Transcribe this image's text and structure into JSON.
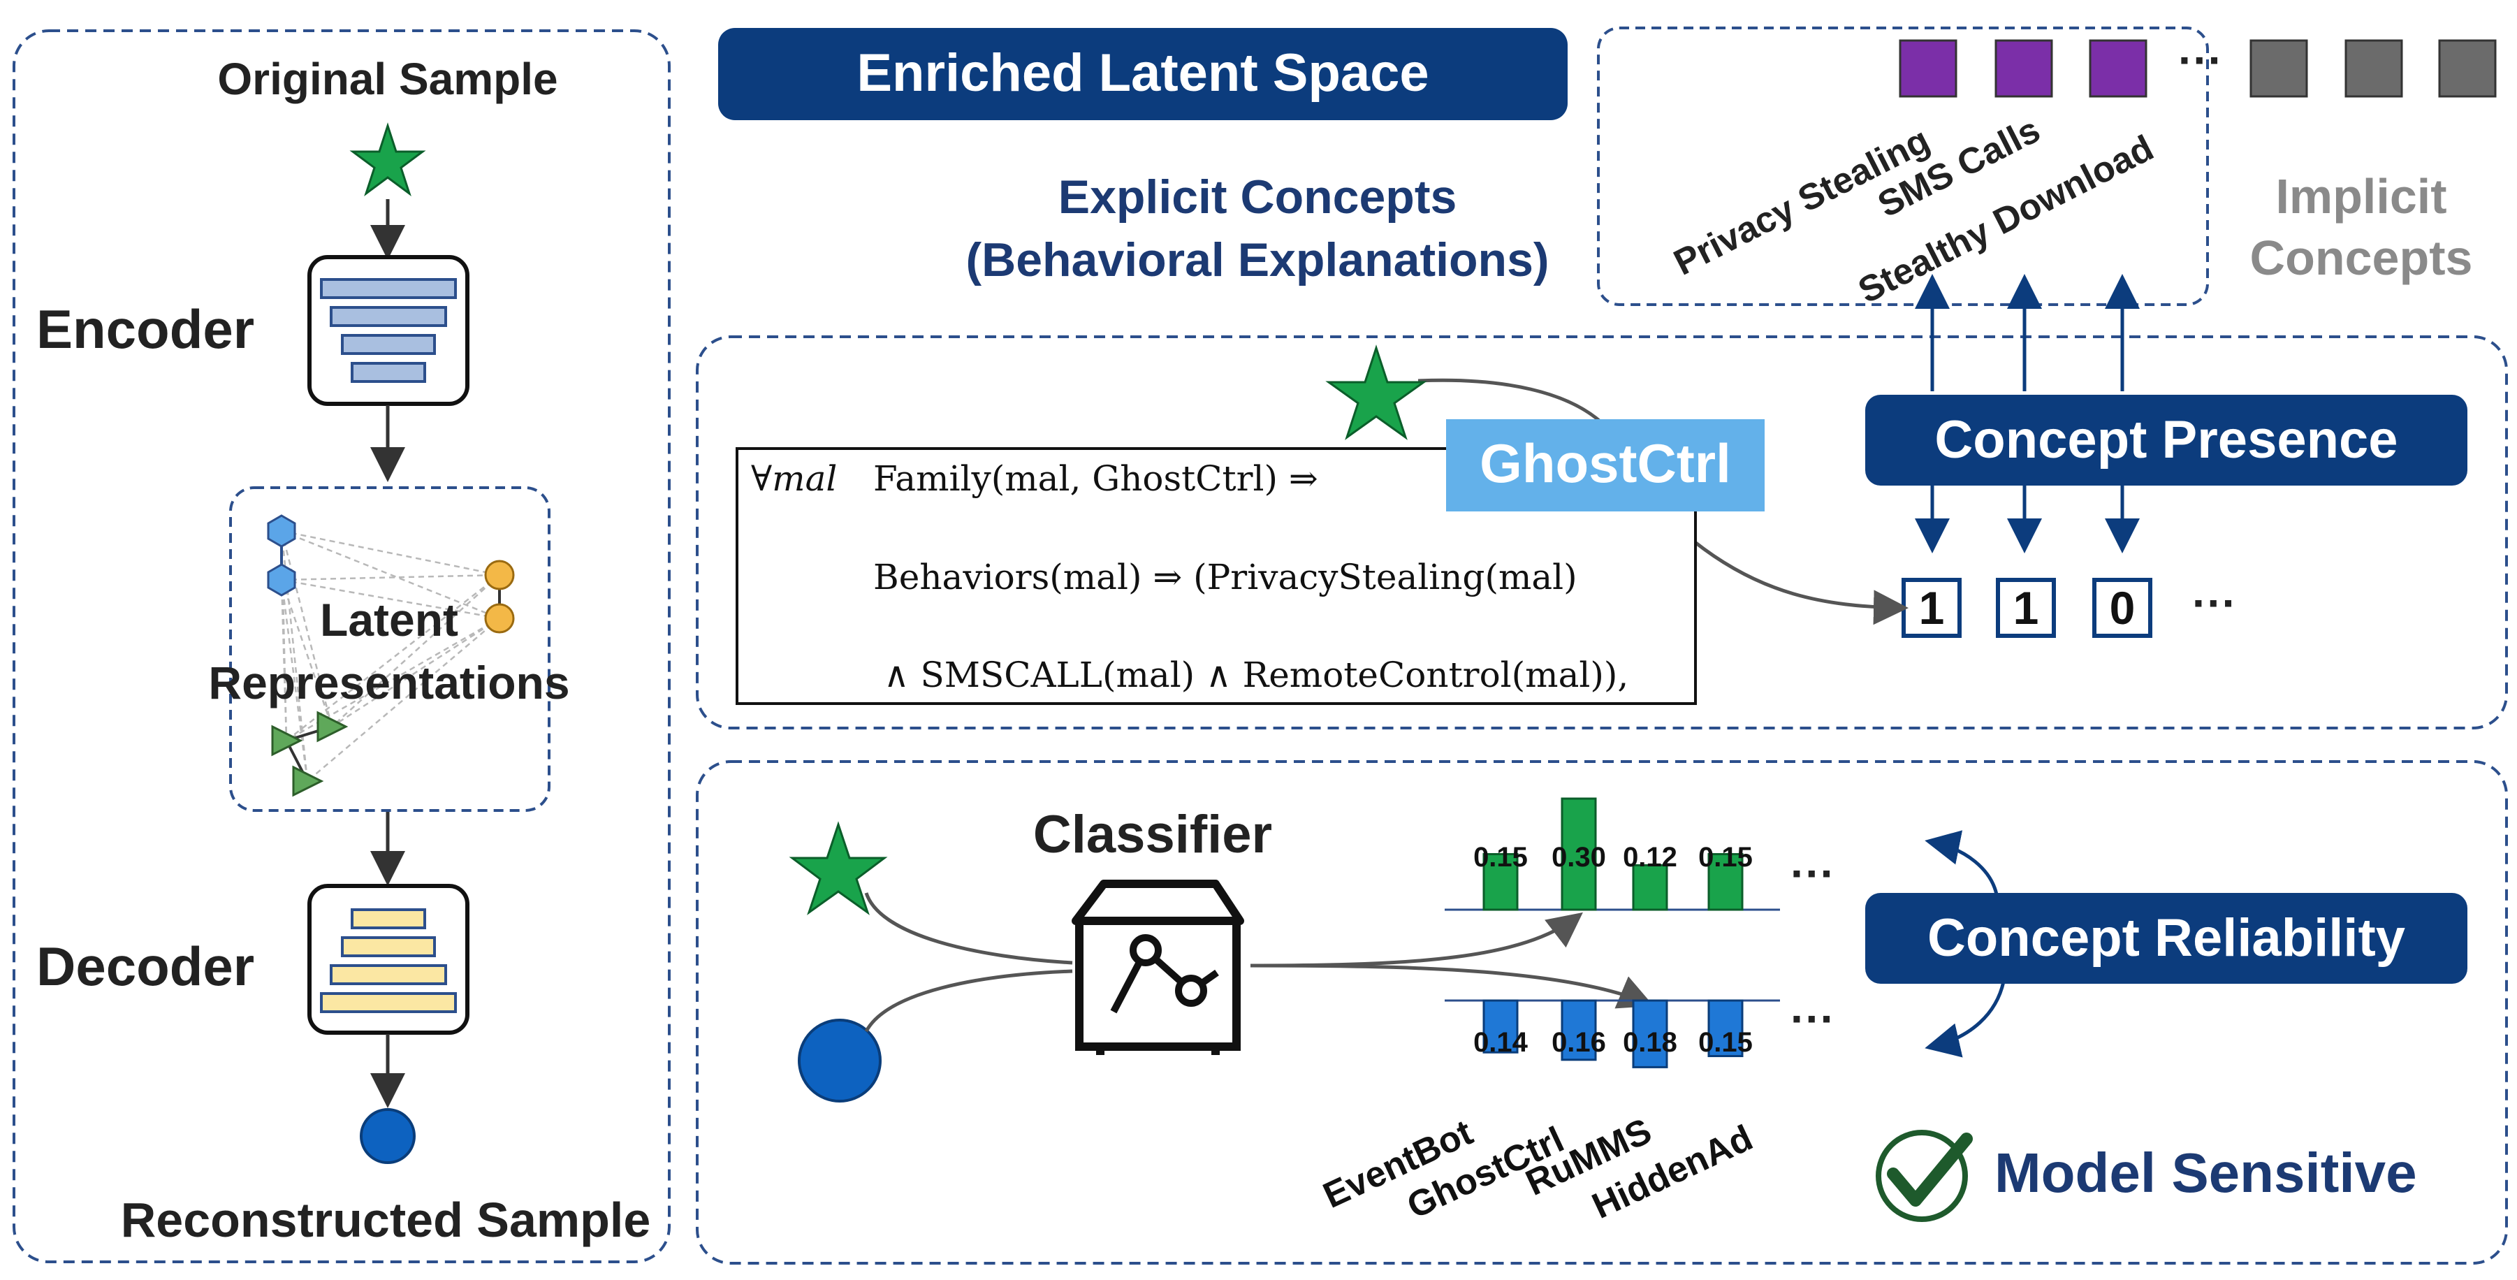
{
  "left_panel": {
    "original_sample": "Original Sample",
    "encoder": "Encoder",
    "latent_line1": "Latent",
    "latent_line2": "Representations",
    "decoder": "Decoder",
    "reconstructed_sample": "Reconstructed Sample"
  },
  "header": {
    "enriched_latent_space": "Enriched Latent Space",
    "explicit_line1": "Explicit Concepts",
    "explicit_line2": "(Behavioral Explanations)",
    "implicit_line1": "Implicit",
    "implicit_line2": "Concepts"
  },
  "concepts": {
    "labels": [
      "Privacy Stealing",
      "SMS Calls",
      "Stealthy Download"
    ],
    "ellipsis": "···"
  },
  "presence": {
    "title": "Concept Presence",
    "ghost_label": "GhostCtrl",
    "rule_line1_a": "∀mal",
    "rule_line1_b": "Family(mal, GhostCtrl) ⇒",
    "rule_line2": "Behaviors(mal) ⇒ (PrivacyStealing(mal)",
    "rule_line3": "∧ SMSCALL(mal) ∧ RemoteControl(mal)),",
    "bits": [
      "1",
      "1",
      "0"
    ],
    "ellipsis": "···"
  },
  "reliability": {
    "title": "Concept Reliability",
    "classifier": "Classifier",
    "ellipsis": "···",
    "model_sensitive": "Model Sensitive"
  },
  "chart_data": {
    "type": "bar",
    "categories": [
      "EventBot",
      "GhostCtrl",
      "RuMMS",
      "HiddenAd"
    ],
    "series": [
      {
        "values": [
          0.15,
          0.3,
          0.12,
          0.15
        ]
      },
      {
        "values": [
          0.14,
          0.16,
          0.18,
          0.15
        ]
      }
    ],
    "title": "",
    "xlabel": "",
    "ylabel": ""
  },
  "colors": {
    "navy": "#0c3c7d",
    "dash": "#2c4f8c",
    "green": "#19a34b",
    "blue": "#1f78d6",
    "purple": "#7b2fa8",
    "gray_square": "#6b6b6b",
    "ghost_box": "#63b1ea",
    "encoder_fill": "#a9bfe0",
    "decoder_fill": "#fbe7a3",
    "hex_blue": "#5ba5e8",
    "node_orange": "#f3b847",
    "tri_green": "#5fa85a"
  }
}
